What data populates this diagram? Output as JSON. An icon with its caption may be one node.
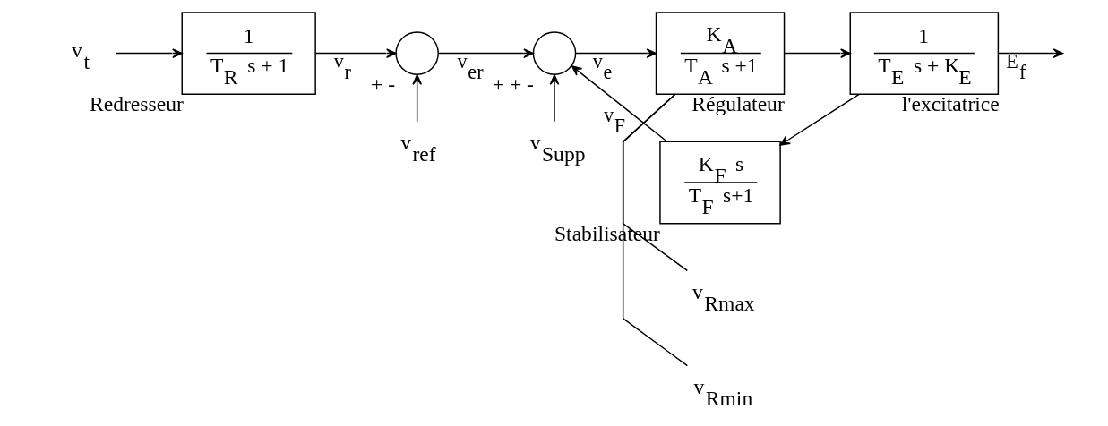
{
  "diagram": {
    "nodes": [
      {
        "text": [
          "v$_{t}$"
        ]
      },
      {
        "text": [
          "1",
          "T$_{R}$ s + 1"
        ],
        "beside": [
          "Redresseur"
        ]
      },
      {
        "text": [
          "v$_{ref}$"
        ]
      },
      {
        "text": [],
        "shape": "circle",
        "beside": [
          "+",
          "-"
        ]
      },
      {
        "text": [
          "v$_{Supp}$"
        ]
      },
      {
        "text": [],
        "shape": "circle",
        "beside": [
          "+",
          "+",
          "-"
        ]
      },
      {
        "text": [
          "K$_{A}$",
          "T$_{A}$ s +1"
        ],
        "beside": [
          "Régulateur"
        ]
      },
      {
        "text": [
          "v$_{Rmax}$"
        ]
      },
      {
        "text": [
          "v$_{Rmin}$"
        ]
      },
      {
        "text": [
          "1",
          "T$_{E}$ s + K$_{E}$"
        ],
        "beside": [
          "l'excitatrice"
        ]
      },
      {
        "text": [
          "K$_{F}$ s",
          "T$_{F}$ s+1"
        ],
        "beside": [
          "Stabilisateur"
        ]
      }
    ],
    "edges": [
      {
        "from": 0,
        "to": 1,
        "arrow": "to"
      },
      {
        "from": 1,
        "to": 3,
        "arrow": "to",
        "label": "v$_{r}$"
      },
      {
        "from": 2,
        "to": 3,
        "arrow": "to"
      },
      {
        "from": 3,
        "to": 5,
        "arrow": "to",
        "label": "v$_{er}$"
      },
      {
        "from": 4,
        "to": 5,
        "arrow": "to"
      },
      {
        "from": 5,
        "to": 6,
        "arrow": "to",
        "label": "v$_{e}$"
      },
      {
        "from": 7,
        "to": 6,
        "arrow": "none"
      },
      {
        "from": 8,
        "to": 6,
        "arrow": "none"
      },
      {
        "from": 6,
        "to": 9,
        "arrow": "to"
      },
      {
        "from": 9,
        "to": null,
        "arrow": "to",
        "label": "E$_{f}$"
      },
      {
        "from": 9,
        "to": 10,
        "arrow": "to"
      },
      {
        "from": 10,
        "to": 5,
        "arrow": "to",
        "label": "v$_{F}$"
      }
    ]
  }
}
